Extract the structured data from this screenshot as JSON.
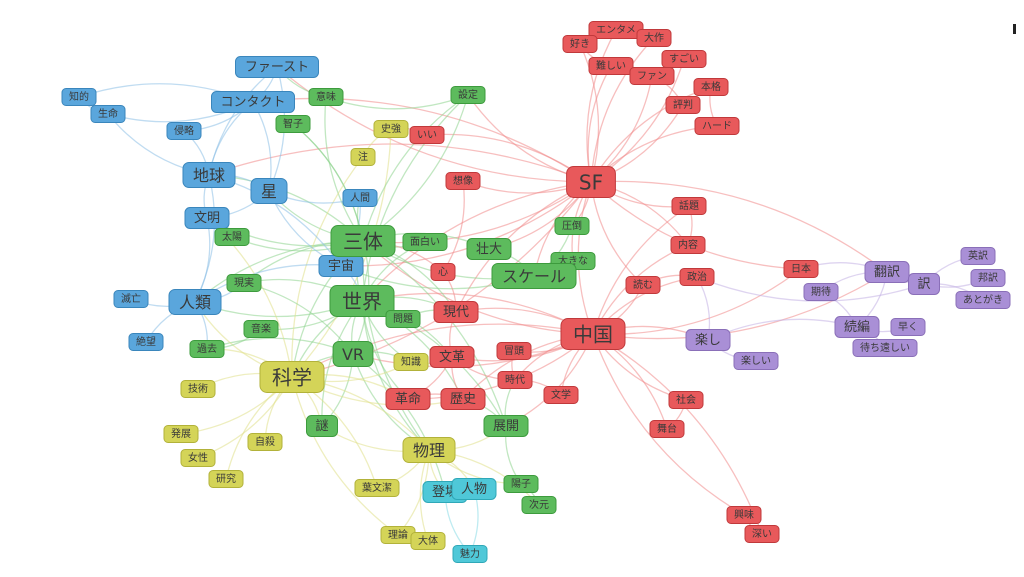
{
  "colors": {
    "red": {
      "fill": "#e8595b",
      "stroke": "#c0393b",
      "edge": "#f08a8a"
    },
    "blue": {
      "fill": "#5aa6dc",
      "stroke": "#3a86bc",
      "edge": "#8cc0e6"
    },
    "green": {
      "fill": "#5dbb5d",
      "stroke": "#3d9b3d",
      "edge": "#8ed38e"
    },
    "yellow": {
      "fill": "#d4d458",
      "stroke": "#b2b23a",
      "edge": "#e0e08a"
    },
    "purple": {
      "fill": "#a98fd6",
      "stroke": "#8a6fb8",
      "edge": "#c2b0e4"
    },
    "cyan": {
      "fill": "#4fc8d8",
      "stroke": "#2fa8b8",
      "edge": "#88dbe6"
    }
  },
  "nodes": [
    {
      "id": "sf",
      "label": "SF",
      "group": "red",
      "size": "xl"
    },
    {
      "id": "chugoku",
      "label": "中国",
      "group": "red",
      "size": "xl"
    },
    {
      "id": "entame",
      "label": "エンタメ",
      "group": "red",
      "size": "s"
    },
    {
      "id": "suki",
      "label": "好き",
      "group": "red",
      "size": "s"
    },
    {
      "id": "kessaku",
      "label": "大作",
      "group": "red",
      "size": "s"
    },
    {
      "id": "sugoi",
      "label": "すごい",
      "group": "red",
      "size": "s"
    },
    {
      "id": "muzukashii",
      "label": "難しい",
      "group": "red",
      "size": "s"
    },
    {
      "id": "fan",
      "label": "ファン",
      "group": "red",
      "size": "s"
    },
    {
      "id": "honkaku",
      "label": "本格",
      "group": "red",
      "size": "s"
    },
    {
      "id": "hyouban",
      "label": "評判",
      "group": "red",
      "size": "s"
    },
    {
      "id": "hard",
      "label": "ハード",
      "group": "red",
      "size": "s"
    },
    {
      "id": "ii",
      "label": "いい",
      "group": "red",
      "size": "s"
    },
    {
      "id": "souzou",
      "label": "想像",
      "group": "red",
      "size": "s"
    },
    {
      "id": "wadai",
      "label": "話題",
      "group": "red",
      "size": "s"
    },
    {
      "id": "naiyou",
      "label": "内容",
      "group": "red",
      "size": "s"
    },
    {
      "id": "seiji",
      "label": "政治",
      "group": "red",
      "size": "s"
    },
    {
      "id": "yomu",
      "label": "読む",
      "group": "red",
      "size": "s"
    },
    {
      "id": "nihon",
      "label": "日本",
      "group": "red",
      "size": "s"
    },
    {
      "id": "kokoro",
      "label": "心",
      "group": "red",
      "size": "s"
    },
    {
      "id": "gendai",
      "label": "現代",
      "group": "red",
      "size": "m"
    },
    {
      "id": "bunkaku",
      "label": "文革",
      "group": "red",
      "size": "m"
    },
    {
      "id": "bouto",
      "label": "冒頭",
      "group": "red",
      "size": "s"
    },
    {
      "id": "jidai",
      "label": "時代",
      "group": "red",
      "size": "s"
    },
    {
      "id": "kakumei",
      "label": "革命",
      "group": "red",
      "size": "m"
    },
    {
      "id": "rekishi",
      "label": "歴史",
      "group": "red",
      "size": "m"
    },
    {
      "id": "bungaku",
      "label": "文学",
      "group": "red",
      "size": "s"
    },
    {
      "id": "shakai",
      "label": "社会",
      "group": "red",
      "size": "s"
    },
    {
      "id": "butai",
      "label": "舞台",
      "group": "red",
      "size": "s"
    },
    {
      "id": "kyoumi",
      "label": "興味",
      "group": "red",
      "size": "s"
    },
    {
      "id": "fukai",
      "label": "深い",
      "group": "red",
      "size": "s"
    },
    {
      "id": "first",
      "label": "ファースト",
      "group": "blue",
      "size": "m"
    },
    {
      "id": "contact",
      "label": "コンタクト",
      "group": "blue",
      "size": "m"
    },
    {
      "id": "chiteki",
      "label": "知的",
      "group": "blue",
      "size": "s"
    },
    {
      "id": "seimei",
      "label": "生命",
      "group": "blue",
      "size": "s"
    },
    {
      "id": "shinryaku",
      "label": "侵略",
      "group": "blue",
      "size": "s"
    },
    {
      "id": "chikyu",
      "label": "地球",
      "group": "blue",
      "size": "l"
    },
    {
      "id": "hoshi",
      "label": "星",
      "group": "blue",
      "size": "l"
    },
    {
      "id": "ningen",
      "label": "人間",
      "group": "blue",
      "size": "s"
    },
    {
      "id": "bunmei",
      "label": "文明",
      "group": "blue",
      "size": "m"
    },
    {
      "id": "uchu",
      "label": "宇宙",
      "group": "blue",
      "size": "m"
    },
    {
      "id": "jinrui",
      "label": "人類",
      "group": "blue",
      "size": "l"
    },
    {
      "id": "metsubou",
      "label": "滅亡",
      "group": "blue",
      "size": "s"
    },
    {
      "id": "zetsubou",
      "label": "絶望",
      "group": "blue",
      "size": "s"
    },
    {
      "id": "imi",
      "label": "意味",
      "group": "green",
      "size": "s"
    },
    {
      "id": "settei",
      "label": "設定",
      "group": "green",
      "size": "s"
    },
    {
      "id": "chiko",
      "label": "智子",
      "group": "green",
      "size": "s"
    },
    {
      "id": "santai",
      "label": "三体",
      "group": "green",
      "size": "xl"
    },
    {
      "id": "omoshiroi",
      "label": "面白い",
      "group": "green",
      "size": "s"
    },
    {
      "id": "taiyou",
      "label": "太陽",
      "group": "green",
      "size": "s"
    },
    {
      "id": "soudai",
      "label": "壮大",
      "group": "green",
      "size": "m"
    },
    {
      "id": "atsukan",
      "label": "圧倒",
      "group": "green",
      "size": "s"
    },
    {
      "id": "ookina",
      "label": "大きな",
      "group": "green",
      "size": "s"
    },
    {
      "id": "scale",
      "label": "スケール",
      "group": "green",
      "size": "l"
    },
    {
      "id": "genjitsu",
      "label": "現実",
      "group": "green",
      "size": "s"
    },
    {
      "id": "sekai",
      "label": "世界",
      "group": "green",
      "size": "xl"
    },
    {
      "id": "mondai",
      "label": "問題",
      "group": "green",
      "size": "s"
    },
    {
      "id": "ongaku",
      "label": "音楽",
      "group": "green",
      "size": "s"
    },
    {
      "id": "kako",
      "label": "過去",
      "group": "green",
      "size": "s"
    },
    {
      "id": "vr",
      "label": "VR",
      "group": "green",
      "size": "l"
    },
    {
      "id": "nazo",
      "label": "謎",
      "group": "green",
      "size": "m"
    },
    {
      "id": "tenkai",
      "label": "展開",
      "group": "green",
      "size": "m"
    },
    {
      "id": "ryoushi",
      "label": "陽子",
      "group": "green",
      "size": "s"
    },
    {
      "id": "jigen",
      "label": "次元",
      "group": "green",
      "size": "s"
    },
    {
      "id": "shiki",
      "label": "史強",
      "group": "yellow",
      "size": "s"
    },
    {
      "id": "chu",
      "label": "注",
      "group": "yellow",
      "size": "s"
    },
    {
      "id": "chishiki",
      "label": "知識",
      "group": "yellow",
      "size": "s"
    },
    {
      "id": "kagaku",
      "label": "科学",
      "group": "yellow",
      "size": "xl"
    },
    {
      "id": "gijutsu",
      "label": "技術",
      "group": "yellow",
      "size": "s"
    },
    {
      "id": "hatten",
      "label": "発展",
      "group": "yellow",
      "size": "s"
    },
    {
      "id": "jisatsu",
      "label": "自殺",
      "group": "yellow",
      "size": "s"
    },
    {
      "id": "josei",
      "label": "女性",
      "group": "yellow",
      "size": "s"
    },
    {
      "id": "kenkyu",
      "label": "研究",
      "group": "yellow",
      "size": "s"
    },
    {
      "id": "butsuri",
      "label": "物理",
      "group": "yellow",
      "size": "l"
    },
    {
      "id": "yobunjie",
      "label": "葉文潔",
      "group": "yellow",
      "size": "s"
    },
    {
      "id": "riron",
      "label": "理論",
      "group": "yellow",
      "size": "s"
    },
    {
      "id": "taitai",
      "label": "大体",
      "group": "yellow",
      "size": "s"
    },
    {
      "id": "toujou",
      "label": "登場",
      "group": "cyan",
      "size": "m"
    },
    {
      "id": "jinbutsu",
      "label": "人物",
      "group": "cyan",
      "size": "m"
    },
    {
      "id": "miryoku",
      "label": "魅力",
      "group": "cyan",
      "size": "s"
    },
    {
      "id": "honyaku",
      "label": "翻訳",
      "group": "purple",
      "size": "m"
    },
    {
      "id": "yaku",
      "label": "訳",
      "group": "purple",
      "size": "m"
    },
    {
      "id": "eiyaku",
      "label": "英訳",
      "group": "purple",
      "size": "s"
    },
    {
      "id": "houyaku",
      "label": "邦訳",
      "group": "purple",
      "size": "s"
    },
    {
      "id": "atogaki",
      "label": "あとがき",
      "group": "purple",
      "size": "s"
    },
    {
      "id": "kitai",
      "label": "期待",
      "group": "purple",
      "size": "s"
    },
    {
      "id": "zokuhen",
      "label": "続編",
      "group": "purple",
      "size": "m"
    },
    {
      "id": "hayaku",
      "label": "早く",
      "group": "purple",
      "size": "s"
    },
    {
      "id": "tanoshi",
      "label": "楽し",
      "group": "purple",
      "size": "m"
    },
    {
      "id": "machidooshii",
      "label": "待ち遠しい",
      "group": "purple",
      "size": "s"
    },
    {
      "id": "tanoshii",
      "label": "楽しい",
      "group": "purple",
      "size": "s"
    }
  ],
  "edges": [
    [
      "sf",
      "entame"
    ],
    [
      "sf",
      "suki"
    ],
    [
      "sf",
      "kessaku"
    ],
    [
      "sf",
      "sugoi"
    ],
    [
      "sf",
      "muzukashii"
    ],
    [
      "sf",
      "fan"
    ],
    [
      "sf",
      "honkaku"
    ],
    [
      "sf",
      "hyouban"
    ],
    [
      "sf",
      "hard"
    ],
    [
      "sf",
      "ii"
    ],
    [
      "sf",
      "souzou"
    ],
    [
      "sf",
      "wadai"
    ],
    [
      "sf",
      "naiyou"
    ],
    [
      "sf",
      "chugoku"
    ],
    [
      "sf",
      "santai"
    ],
    [
      "sf",
      "sekai"
    ],
    [
      "sf",
      "settei"
    ],
    [
      "sf",
      "yomu"
    ],
    [
      "sf",
      "kagaku"
    ],
    [
      "sf",
      "scale"
    ],
    [
      "sf",
      "soudai"
    ],
    [
      "sf",
      "nihon"
    ],
    [
      "sf",
      "honyaku"
    ],
    [
      "sf",
      "gendai"
    ],
    [
      "sf",
      "first"
    ],
    [
      "sf",
      "contact"
    ],
    [
      "sf",
      "atsukan"
    ],
    [
      "sf",
      "ookina"
    ],
    [
      "sf",
      "uchu"
    ],
    [
      "sf",
      "chikyu"
    ],
    [
      "chugoku",
      "seiji"
    ],
    [
      "chugoku",
      "shakai"
    ],
    [
      "chugoku",
      "butai"
    ],
    [
      "chugoku",
      "kyoumi"
    ],
    [
      "chugoku",
      "fukai"
    ],
    [
      "chugoku",
      "bungaku"
    ],
    [
      "chugoku",
      "bunkaku"
    ],
    [
      "chugoku",
      "rekishi"
    ],
    [
      "chugoku",
      "kakumei"
    ],
    [
      "chugoku",
      "jidai"
    ],
    [
      "chugoku",
      "bouto"
    ],
    [
      "chugoku",
      "gendai"
    ],
    [
      "chugoku",
      "tanoshi"
    ],
    [
      "chugoku",
      "nihon"
    ],
    [
      "chugoku",
      "santai"
    ],
    [
      "chugoku",
      "sekai"
    ],
    [
      "chugoku",
      "vr"
    ],
    [
      "chugoku",
      "kagaku"
    ],
    [
      "chugoku",
      "tenkai"
    ],
    [
      "chugoku",
      "yomu"
    ],
    [
      "chugoku",
      "naiyou"
    ],
    [
      "chugoku",
      "honyaku"
    ],
    [
      "chugoku",
      "wadai"
    ],
    [
      "kyoumi",
      "fukai"
    ],
    [
      "shakai",
      "butai"
    ],
    [
      "honyaku",
      "yaku"
    ],
    [
      "yaku",
      "eiyaku"
    ],
    [
      "yaku",
      "houyaku"
    ],
    [
      "yaku",
      "atogaki"
    ],
    [
      "honyaku",
      "kitai"
    ],
    [
      "honyaku",
      "zokuhen"
    ],
    [
      "zokuhen",
      "hayaku"
    ],
    [
      "zokuhen",
      "machidooshii"
    ],
    [
      "tanoshi",
      "tanoshii"
    ],
    [
      "tanoshi",
      "zokuhen"
    ],
    [
      "tanoshi",
      "seiji"
    ],
    [
      "kitai",
      "zokuhen"
    ],
    [
      "honyaku",
      "nihon"
    ],
    [
      "yaku",
      "seiji"
    ],
    [
      "santai",
      "sekai"
    ],
    [
      "santai",
      "uchu"
    ],
    [
      "santai",
      "omoshiroi"
    ],
    [
      "santai",
      "soudai"
    ],
    [
      "santai",
      "scale"
    ],
    [
      "santai",
      "vr"
    ],
    [
      "santai",
      "kagaku"
    ],
    [
      "santai",
      "hoshi"
    ],
    [
      "santai",
      "chikyu"
    ],
    [
      "santai",
      "ningen"
    ],
    [
      "santai",
      "settei"
    ],
    [
      "santai",
      "imi"
    ],
    [
      "santai",
      "chiko"
    ],
    [
      "santai",
      "taiyou"
    ],
    [
      "santai",
      "jinrui"
    ],
    [
      "santai",
      "bunmei"
    ],
    [
      "santai",
      "genjitsu"
    ],
    [
      "santai",
      "gendai"
    ],
    [
      "santai",
      "butsuri"
    ],
    [
      "santai",
      "tenkai"
    ],
    [
      "sekai",
      "vr"
    ],
    [
      "sekai",
      "mondai"
    ],
    [
      "sekai",
      "genjitsu"
    ],
    [
      "sekai",
      "ongaku"
    ],
    [
      "sekai",
      "kagaku"
    ],
    [
      "sekai",
      "gendai"
    ],
    [
      "sekai",
      "chishiki"
    ],
    [
      "sekai",
      "jinrui"
    ],
    [
      "sekai",
      "nazo"
    ],
    [
      "sekai",
      "tenkai"
    ],
    [
      "sekai",
      "butsuri"
    ],
    [
      "sekai",
      "bunkaku"
    ],
    [
      "sekai",
      "kakumei"
    ],
    [
      "sekai",
      "rekishi"
    ],
    [
      "scale",
      "soudai"
    ],
    [
      "scale",
      "ookina"
    ],
    [
      "scale",
      "atsukan"
    ],
    [
      "scale",
      "uchu"
    ],
    [
      "vr",
      "kagaku"
    ],
    [
      "vr",
      "nazo"
    ],
    [
      "vr",
      "kako"
    ],
    [
      "vr",
      "chishiki"
    ],
    [
      "vr",
      "butsuri"
    ],
    [
      "vr",
      "toujou"
    ],
    [
      "kagaku",
      "gijutsu"
    ],
    [
      "kagaku",
      "hatten"
    ],
    [
      "kagaku",
      "jisatsu"
    ],
    [
      "kagaku",
      "josei"
    ],
    [
      "kagaku",
      "kenkyu"
    ],
    [
      "kagaku",
      "butsuri"
    ],
    [
      "kagaku",
      "chishiki"
    ],
    [
      "kagaku",
      "nazo"
    ],
    [
      "kagaku",
      "kako"
    ],
    [
      "kagaku",
      "jinrui"
    ],
    [
      "kagaku",
      "bunmei"
    ],
    [
      "kagaku",
      "chu"
    ],
    [
      "kagaku",
      "shiki"
    ],
    [
      "kagaku",
      "yobunjie"
    ],
    [
      "kagaku",
      "riron"
    ],
    [
      "kagaku",
      "kakumei"
    ],
    [
      "kagaku",
      "rekishi"
    ],
    [
      "butsuri",
      "riron"
    ],
    [
      "butsuri",
      "taitai"
    ],
    [
      "butsuri",
      "yobunjie"
    ],
    [
      "butsuri",
      "toujou"
    ],
    [
      "butsuri",
      "jinbutsu"
    ],
    [
      "butsuri",
      "ryoushi"
    ],
    [
      "butsuri",
      "jigen"
    ],
    [
      "butsuri",
      "tenkai"
    ],
    [
      "butsuri",
      "nazo"
    ],
    [
      "toujou",
      "jinbutsu"
    ],
    [
      "jinbutsu",
      "miryoku"
    ],
    [
      "toujou",
      "miryoku"
    ],
    [
      "ryoushi",
      "jigen"
    ],
    [
      "tenkai",
      "ryoushi"
    ],
    [
      "tenkai",
      "jidai"
    ],
    [
      "tenkai",
      "rekishi"
    ],
    [
      "first",
      "contact"
    ],
    [
      "contact",
      "chiteki"
    ],
    [
      "contact",
      "seimei"
    ],
    [
      "chiteki",
      "seimei"
    ],
    [
      "contact",
      "shinryaku"
    ],
    [
      "contact",
      "chikyu"
    ],
    [
      "contact",
      "hoshi"
    ],
    [
      "seimei",
      "chikyu"
    ],
    [
      "chikyu",
      "hoshi"
    ],
    [
      "chikyu",
      "bunmei"
    ],
    [
      "chikyu",
      "jinrui"
    ],
    [
      "chikyu",
      "shinryaku"
    ],
    [
      "chikyu",
      "uchu"
    ],
    [
      "hoshi",
      "ningen"
    ],
    [
      "hoshi",
      "bunmei"
    ],
    [
      "hoshi",
      "uchu"
    ],
    [
      "bunmei",
      "jinrui"
    ],
    [
      "bunmei",
      "taiyou"
    ],
    [
      "jinrui",
      "metsubou"
    ],
    [
      "jinrui",
      "zetsubou"
    ],
    [
      "jinrui",
      "uchu"
    ],
    [
      "jinrui",
      "genjitsu"
    ],
    [
      "jinrui",
      "kako"
    ],
    [
      "uchu",
      "ningen"
    ],
    [
      "uchu",
      "sekai"
    ],
    [
      "first",
      "chikyu"
    ],
    [
      "first",
      "hoshi"
    ],
    [
      "gendai",
      "bunkaku"
    ],
    [
      "bunkaku",
      "kakumei"
    ],
    [
      "bunkaku",
      "rekishi"
    ],
    [
      "kakumei",
      "rekishi"
    ],
    [
      "bunkaku",
      "jidai"
    ],
    [
      "jidai",
      "bouto"
    ],
    [
      "bungaku",
      "jidai"
    ],
    [
      "kokoro",
      "gendai"
    ],
    [
      "kokoro",
      "santai"
    ],
    [
      "souzou",
      "kokoro"
    ],
    [
      "ii",
      "shiki"
    ],
    [
      "settei",
      "imi"
    ],
    [
      "settei",
      "sekai"
    ],
    [
      "chiko",
      "santai"
    ],
    [
      "omoshiroi",
      "sekai"
    ],
    [
      "mondai",
      "gendai"
    ],
    [
      "chishiki",
      "bunkaku"
    ],
    [
      "yomu",
      "seiji"
    ],
    [
      "naiyou",
      "wadai"
    ],
    [
      "kessaku",
      "entame"
    ],
    [
      "suki",
      "muzukashii"
    ],
    [
      "fan",
      "hyouban"
    ],
    [
      "honkaku",
      "hard"
    ],
    [
      "ongaku",
      "kako"
    ],
    [
      "shiki",
      "chu"
    ],
    [
      "imi",
      "first"
    ],
    [
      "settei",
      "santai"
    ],
    [
      "genjitsu",
      "vr"
    ]
  ]
}
